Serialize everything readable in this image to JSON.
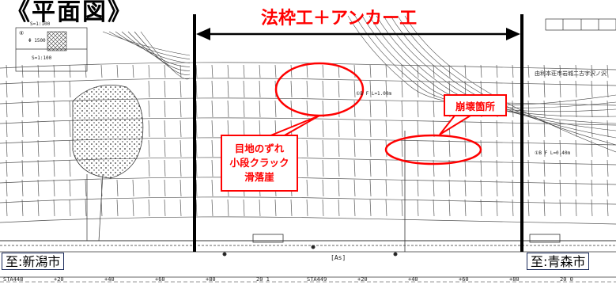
{
  "heading": "《平面図》",
  "title": "法枠工＋アンカー工",
  "callouts": {
    "damage_lines": [
      "目地のずれ",
      "小段クラック",
      "滑落崖"
    ],
    "collapse": "崩壊箇所"
  },
  "places": {
    "left": "至:新潟市",
    "right": "至:青森市"
  },
  "cad": {
    "address": "由利本荘市岩城二古字沢ノ沢",
    "station_labels": [
      "STA448",
      "+20",
      "+40",
      "+60",
      "+80",
      "20 1",
      "STA449",
      "+20",
      "+40",
      "+60",
      "+80",
      "20 0"
    ],
    "road_label": "[As]",
    "frame_label_1": "①B F L=1.00m",
    "frame_label_2": "①B F L=0.40m",
    "scale_1": "S=1:100",
    "scale_2": "S=1:100",
    "ref_1": "④",
    "ref_2": "Φ 1500"
  },
  "colors": {
    "accent": "#ff0000",
    "line": "#000000"
  }
}
